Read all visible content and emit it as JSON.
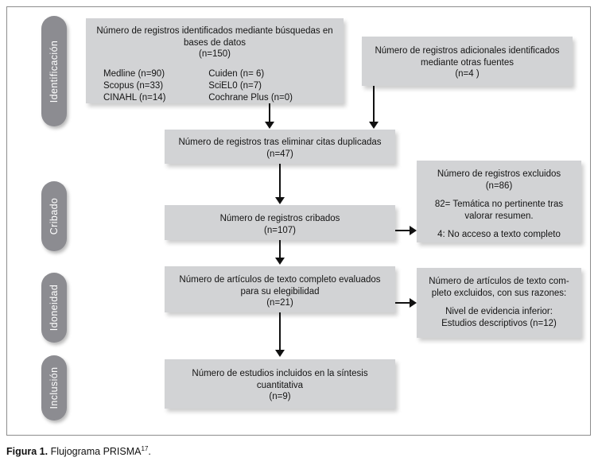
{
  "figure": {
    "caption_label": "Figura 1.",
    "caption_text": " Flujograma PRISMA",
    "caption_ref": "17",
    "caption_end": "."
  },
  "stages": [
    {
      "id": "identificacion",
      "label": "Identificación"
    },
    {
      "id": "cribado",
      "label": "Cribado"
    },
    {
      "id": "idoneidad",
      "label": "Idoneidad"
    },
    {
      "id": "inclusion",
      "label": "Inclusión"
    }
  ],
  "boxes": {
    "identification_main": {
      "title_line1": "Número de registros identificados mediante búsquedas en",
      "title_line2": "bases de datos",
      "count": "(n=150)",
      "sources_left": [
        "Medline (n=90)",
        "Scopus (n=33)",
        "CINAHL (n=14)"
      ],
      "sources_right": [
        "Cuiden (n= 6)",
        "SciEL0 (n=7)",
        "Cochrane Plus (n=0)"
      ]
    },
    "identification_extra": {
      "line1": "Número de registros adicionales identificados",
      "line2": "mediante otras fuentes",
      "count": "(n=4 )"
    },
    "duplicates_removed": {
      "line1": "Número de registros tras eliminar citas duplicadas",
      "count": "(n=47)"
    },
    "screened": {
      "line1": "Número de registros cribados",
      "count": "(n=107)"
    },
    "excluded_records": {
      "line1": "Número de registros excluidos",
      "count": "(n=86)",
      "reason1_line1": "82= Temática no pertinente tras",
      "reason1_line2": "valorar resumen.",
      "reason2": "4: No acceso a texto completo"
    },
    "fulltext_assessed": {
      "line1": "Número de artículos de texto completo evaluados",
      "line2": "para su elegibilidad",
      "count": "(n=21)"
    },
    "fulltext_excluded": {
      "line1": "Número de artículos de texto com-",
      "line2": "pleto excluidos, con sus razones:",
      "reason_line1": "Nivel de evidencia inferior:",
      "reason_line2": "Estudios descriptivos  (n=12)"
    },
    "included": {
      "line1": "Número de estudios incluidos en la síntesis",
      "line2": "cuantitativa",
      "count": "(n=9)"
    }
  },
  "chart_data": {
    "type": "diagram",
    "title": "Flujograma PRISMA",
    "nodes": [
      {
        "id": "identification_main",
        "stage": "Identificación",
        "n": 150
      },
      {
        "id": "identification_extra",
        "stage": "Identificación",
        "n": 4
      },
      {
        "id": "duplicates_removed",
        "stage": "Identificación",
        "n": 47
      },
      {
        "id": "screened",
        "stage": "Cribado",
        "n": 107
      },
      {
        "id": "excluded_records",
        "stage": "Cribado",
        "n": 86
      },
      {
        "id": "fulltext_assessed",
        "stage": "Idoneidad",
        "n": 21
      },
      {
        "id": "fulltext_excluded",
        "stage": "Idoneidad",
        "n": 12
      },
      {
        "id": "included",
        "stage": "Inclusión",
        "n": 9
      }
    ],
    "databases": [
      {
        "name": "Medline",
        "n": 90
      },
      {
        "name": "Scopus",
        "n": 33
      },
      {
        "name": "CINAHL",
        "n": 14
      },
      {
        "name": "Cuiden",
        "n": 6
      },
      {
        "name": "SciEL0",
        "n": 7
      },
      {
        "name": "Cochrane Plus",
        "n": 0
      }
    ],
    "exclusion_reasons": [
      {
        "label": "Temática no pertinente tras valorar resumen.",
        "n": 82
      },
      {
        "label": "No acceso a texto completo",
        "n": 4
      },
      {
        "label": "Nivel de evidencia inferior: Estudios descriptivos",
        "n": 12
      }
    ],
    "edges": [
      {
        "from": "identification_main",
        "to": "duplicates_removed"
      },
      {
        "from": "identification_extra",
        "to": "duplicates_removed"
      },
      {
        "from": "duplicates_removed",
        "to": "screened"
      },
      {
        "from": "screened",
        "to": "excluded_records"
      },
      {
        "from": "screened",
        "to": "fulltext_assessed"
      },
      {
        "from": "fulltext_assessed",
        "to": "fulltext_excluded"
      },
      {
        "from": "fulltext_assessed",
        "to": "included"
      }
    ],
    "colors": {
      "box_fill": "#d2d3d5",
      "pill_fill": "#8c8c91",
      "line": "#111111"
    }
  }
}
